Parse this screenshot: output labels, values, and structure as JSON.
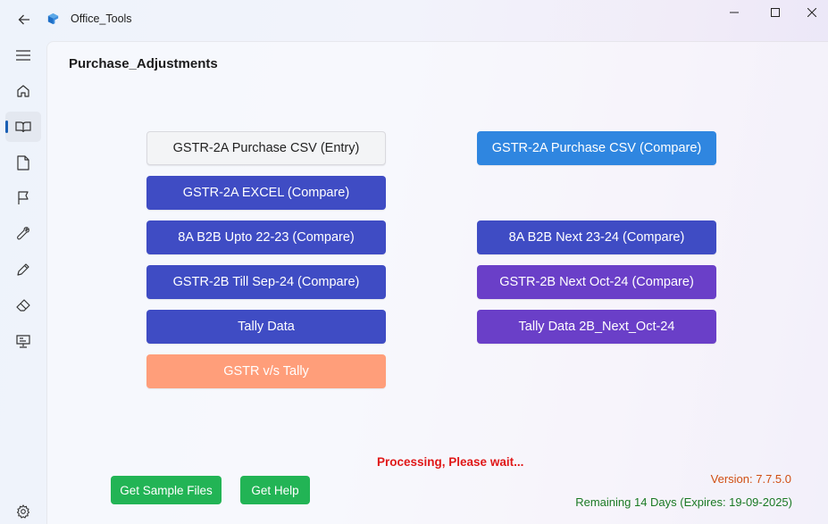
{
  "window": {
    "title": "Office_Tools",
    "accent": "#1a5fb4"
  },
  "sidebar": {
    "items": [
      {
        "icon": "hamburger-menu-icon"
      },
      {
        "icon": "home-icon"
      },
      {
        "icon": "book-icon",
        "active": true
      },
      {
        "icon": "document-icon"
      },
      {
        "icon": "flag-icon"
      },
      {
        "icon": "wrench-icon"
      },
      {
        "icon": "pencil-icon"
      },
      {
        "icon": "eraser-icon"
      },
      {
        "icon": "monitor-icon"
      },
      {
        "icon": "settings-icon"
      }
    ]
  },
  "page": {
    "title": "Purchase_Adjustments"
  },
  "buttons": {
    "gstr2a_csv_entry": "GSTR-2A Purchase CSV (Entry)",
    "gstr2a_csv_compare": "GSTR-2A Purchase CSV (Compare)",
    "gstr2a_excel_compare": "GSTR-2A EXCEL (Compare)",
    "b2b_upto": "8A B2B Upto 22-23 (Compare)",
    "b2b_next": "8A B2B Next 23-24 (Compare)",
    "gstr2b_till": "GSTR-2B Till Sep-24 (Compare)",
    "gstr2b_next": "GSTR-2B Next Oct-24 (Compare)",
    "tally_data": "Tally Data",
    "tally_data_2b": "Tally Data 2B_Next_Oct-24",
    "gstr_vs_tally": "GSTR v/s Tally"
  },
  "footer": {
    "status": "Processing, Please wait...",
    "get_sample_files": "Get Sample Files",
    "get_help": "Get Help",
    "version": "Version: 7.7.5.0",
    "expiry": "Remaining 14 Days (Expires: 19-09-2025)"
  },
  "colors": {
    "blue_button": "#2f86e0",
    "indigo_button": "#3f4cc4",
    "purple_button": "#6a3fc8",
    "salmon_button": "#ff9e7a",
    "green_button": "#22b455",
    "status_red": "#e01818",
    "version_orange": "#d04f12",
    "expiry_green": "#1b7a24"
  }
}
